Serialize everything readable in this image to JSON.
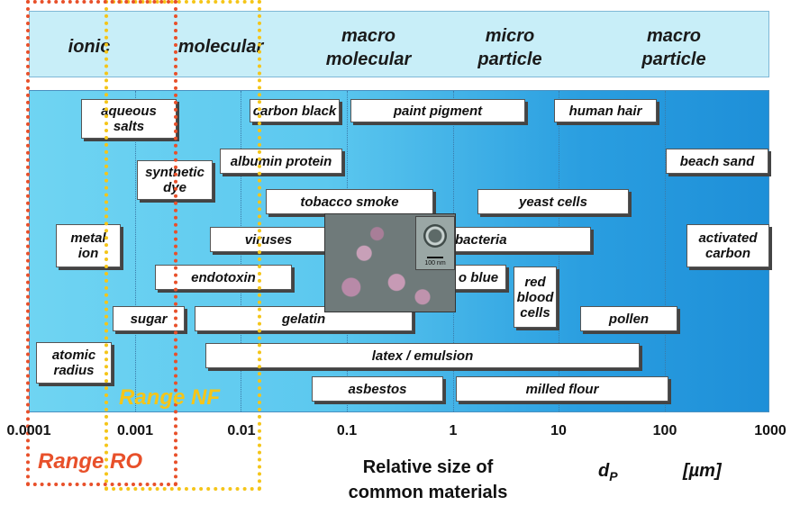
{
  "header": {
    "categories": [
      "ionic",
      "molecular",
      "macro\nmolecular",
      "micro\nparticle",
      "macro\nparticle"
    ]
  },
  "materials": [
    {
      "label": "aqueous\nsalts"
    },
    {
      "label": "carbon black"
    },
    {
      "label": "paint pigment"
    },
    {
      "label": "human hair"
    },
    {
      "label": "synthetic\ndye"
    },
    {
      "label": "albumin protein"
    },
    {
      "label": "beach sand"
    },
    {
      "label": "tobacco smoke"
    },
    {
      "label": "yeast cells"
    },
    {
      "label": "metal\nion"
    },
    {
      "label": "viruses"
    },
    {
      "label": "bacteria"
    },
    {
      "label": "activated\ncarbon"
    },
    {
      "label": "endotoxin"
    },
    {
      "label": "o blue"
    },
    {
      "label": "red\nblood\ncells"
    },
    {
      "label": "sugar"
    },
    {
      "label": "gelatin"
    },
    {
      "label": "pollen"
    },
    {
      "label": "atomic\nradius"
    },
    {
      "label": "latex / emulsion"
    },
    {
      "label": "asbestos"
    },
    {
      "label": "milled flour"
    }
  ],
  "axis": {
    "ticks": [
      "0.0001",
      "0.001",
      "0.01",
      "0.1",
      "1",
      "10",
      "100",
      "1000"
    ],
    "caption": "Relative size of\ncommon materials",
    "symbol": "d",
    "symbol_sub": "P",
    "unit": "[µm]"
  },
  "ranges": {
    "ro": "Range RO",
    "nf": "Range NF"
  },
  "micrograph": {
    "scale_label": "100 nm"
  },
  "colors": {
    "header_bg": "#c8eef8",
    "plot_left": "#6fd4f2",
    "plot_right": "#1e8fd8",
    "ro": "#e8502a",
    "nf": "#f5c518"
  }
}
